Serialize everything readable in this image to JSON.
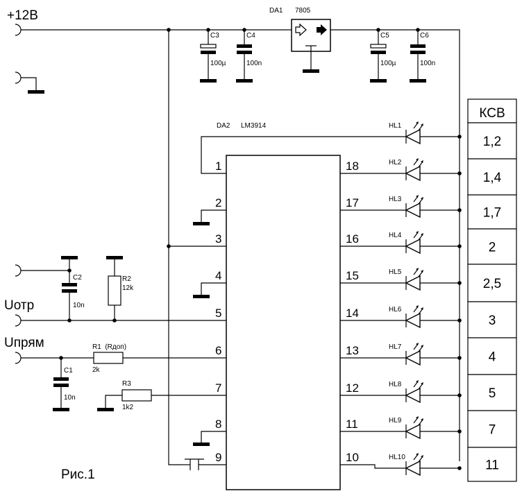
{
  "supply": {
    "label": "+12В"
  },
  "inputs": {
    "reflected": "Uотр",
    "forward": "Uпрям"
  },
  "figure_caption": "Рис.1",
  "regulator": {
    "ref": "DA1",
    "part": "7805"
  },
  "ic": {
    "ref": "DA2",
    "part": "LM3914"
  },
  "capacitors": [
    {
      "ref": "C3",
      "value": "100µ"
    },
    {
      "ref": "C4",
      "value": "100n"
    },
    {
      "ref": "C5",
      "value": "100µ"
    },
    {
      "ref": "C6",
      "value": "100n"
    },
    {
      "ref": "C2",
      "value": "10n"
    },
    {
      "ref": "C1",
      "value": "10n"
    }
  ],
  "resistors": [
    {
      "ref": "R2",
      "value": "12k"
    },
    {
      "ref": "R1  (Rдоп)",
      "value": "2k"
    },
    {
      "ref": "R3",
      "value": "1k2"
    }
  ],
  "left_pins": [
    "1",
    "2",
    "3",
    "4",
    "5",
    "6",
    "7",
    "8",
    "9"
  ],
  "right_pins": [
    "18",
    "17",
    "16",
    "15",
    "14",
    "13",
    "12",
    "11",
    "10"
  ],
  "leds": [
    "HL1",
    "HL2",
    "HL3",
    "HL4",
    "HL5",
    "HL6",
    "HL7",
    "HL8",
    "HL9",
    "HL10"
  ],
  "swr_table": {
    "header": "КСВ",
    "values": [
      "1,2",
      "1,4",
      "1,7",
      "2",
      "2,5",
      "3",
      "4",
      "5",
      "7",
      "11"
    ]
  }
}
